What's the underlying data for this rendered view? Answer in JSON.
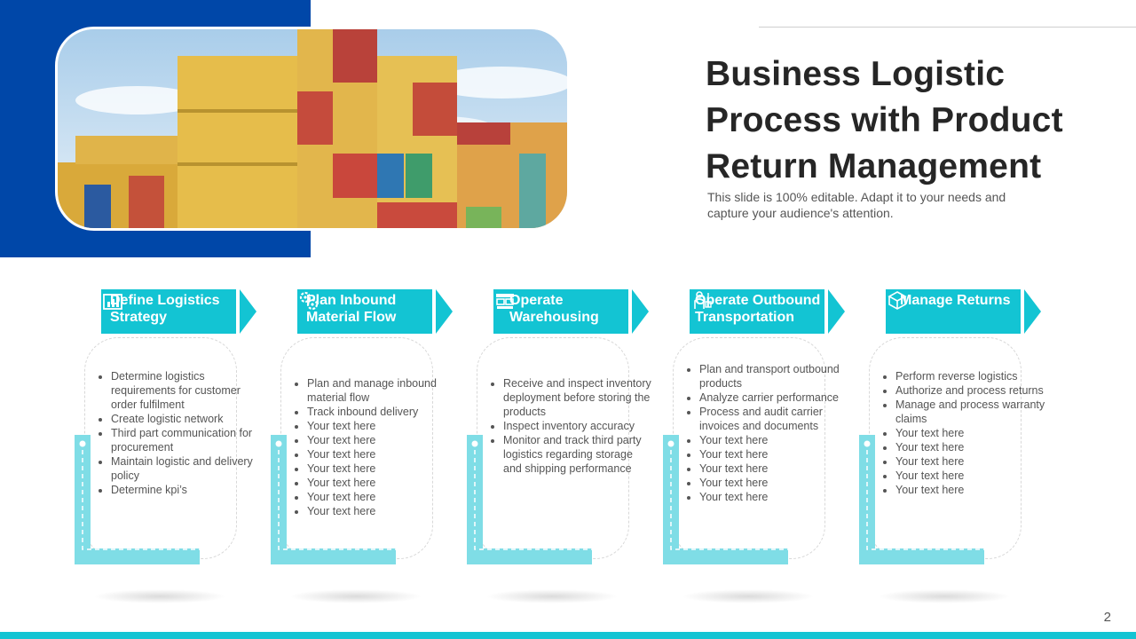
{
  "title": "Business Logistic Process with Product Return Management",
  "subtitle": "This slide is 100% editable. Adapt it to your needs and capture your audience's attention.",
  "page_number": "2",
  "colors": {
    "accent": "#13c4d3",
    "brand_blue": "#0047a8",
    "bracket": "#7fdde6"
  },
  "steps": [
    {
      "label": "Define Logistics Strategy",
      "icon": "strategy-chart-icon",
      "bullets": [
        "Determine logistics requirements for customer order fulfilment",
        "Create logistic network",
        "Third part communication for procurement",
        "Maintain logistic and delivery policy",
        "Determine kpi’s"
      ]
    },
    {
      "label": "Plan Inbound Material Flow",
      "icon": "gears-icon",
      "bullets": [
        "Plan and manage inbound material flow",
        "Track inbound delivery",
        "Your text here",
        "Your text here",
        "Your text here",
        "Your text here",
        "Your text here",
        "Your text here",
        "Your text here"
      ]
    },
    {
      "label": "Operate Warehousing",
      "icon": "warehouse-icon",
      "bullets": [
        "Receive and inspect inventory deployment before storing the products",
        "Inspect inventory accuracy",
        "Monitor and track third party logistics regarding storage and shipping performance"
      ]
    },
    {
      "label": "Operate Outbound Transportation",
      "icon": "delivery-person-icon",
      "bullets": [
        "Plan and transport outbound products",
        "Analyze carrier performance",
        "Process and audit carrier invoices and documents",
        "Your text here",
        "Your text here",
        "Your text here",
        "Your text here",
        "Your text here"
      ]
    },
    {
      "label": "Manage Returns",
      "icon": "return-box-icon",
      "bullets": [
        "Perform reverse logistics",
        "Authorize and process returns",
        "Manage and process warranty claims",
        "Your text here",
        "Your text here",
        "Your text here",
        "Your text here",
        "Your text here"
      ]
    }
  ]
}
